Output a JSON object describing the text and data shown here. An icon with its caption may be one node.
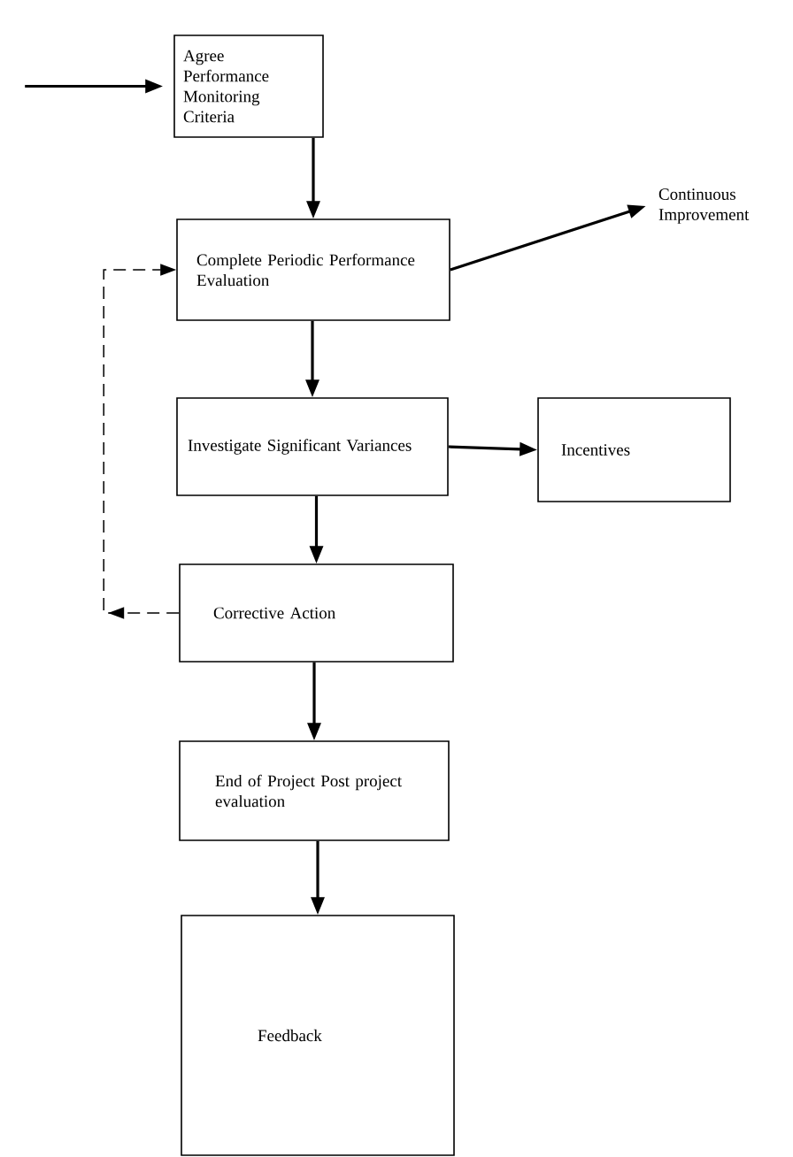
{
  "diagram": {
    "nodes": [
      {
        "text": [
          "Agree Performance Monitoring Criteria"
        ]
      },
      {
        "text": [
          "Complete Periodic Performance Evaluation"
        ]
      },
      {
        "text": [
          "Continuous Improvement"
        ]
      },
      {
        "text": [
          "Investigate Significant Variances"
        ]
      },
      {
        "text": [
          "Incentives"
        ]
      },
      {
        "text": [
          "Corrective Action"
        ]
      },
      {
        "text": [
          "End of Project Post project evaluation"
        ]
      },
      {
        "text": [
          "Feedback"
        ]
      }
    ],
    "edges": [
      {
        "from": null,
        "to": 0,
        "arrow": "to"
      },
      {
        "from": 0,
        "to": 1,
        "arrow": "to"
      },
      {
        "from": 1,
        "to": 2,
        "arrow": "to"
      },
      {
        "from": 1,
        "to": 3,
        "arrow": "to"
      },
      {
        "from": 3,
        "to": 4,
        "arrow": "to"
      },
      {
        "from": 3,
        "to": 5,
        "arrow": "to"
      },
      {
        "from": 5,
        "to": 1,
        "arrow": "to",
        "style": "dashed"
      },
      {
        "from": 5,
        "to": 6,
        "arrow": "to"
      },
      {
        "from": 6,
        "to": 7,
        "arrow": "to"
      }
    ]
  }
}
